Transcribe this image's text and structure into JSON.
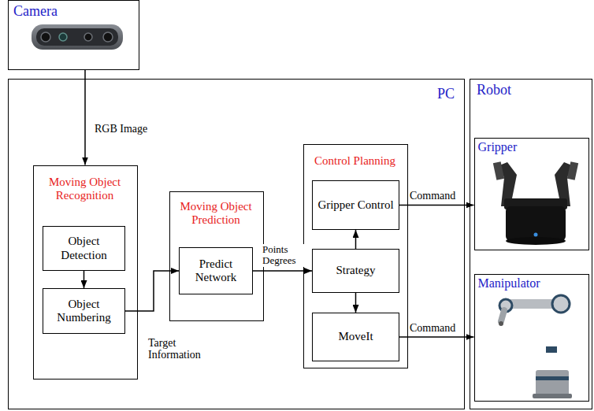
{
  "diagram": {
    "nodes": [
      {
        "text": [
          "Camera"
        ]
      },
      {
        "text": [
          "PC"
        ]
      },
      {
        "text": [
          "Moving Object Recognition"
        ],
        "in": 1
      },
      {
        "text": [
          "Object Detection"
        ],
        "in": 2
      },
      {
        "text": [
          "Object Numbering"
        ],
        "in": 2
      },
      {
        "text": [
          "Moving Object Prediction"
        ],
        "in": 1
      },
      {
        "text": [
          "Predict Network"
        ],
        "in": 5
      },
      {
        "text": [
          "Control Planning"
        ],
        "in": 1
      },
      {
        "text": [
          "Gripper Control"
        ],
        "in": 7
      },
      {
        "text": [
          "Strategy"
        ],
        "in": 7
      },
      {
        "text": [
          "MoveIt"
        ],
        "in": 7
      },
      {
        "text": [
          "Robot"
        ]
      },
      {
        "text": [
          "Gripper"
        ],
        "in": 11
      },
      {
        "text": [
          "Manipulator"
        ],
        "in": 11
      }
    ],
    "edges": [
      {
        "from": 0,
        "to": 2,
        "label": "RGB Image",
        "arrow": "to"
      },
      {
        "from": 3,
        "to": 4,
        "arrow": "to"
      },
      {
        "from": 4,
        "to": 6,
        "label": "Target Information",
        "arrow": "to"
      },
      {
        "from": 6,
        "to": 9,
        "label": "Points Degrees",
        "arrow": "to"
      },
      {
        "from": 9,
        "to": 8,
        "arrow": "to"
      },
      {
        "from": 9,
        "to": 10,
        "arrow": "to"
      },
      {
        "from": 8,
        "to": 12,
        "label": "Command",
        "arrow": "to"
      },
      {
        "from": 10,
        "to": 13,
        "label": "Command",
        "arrow": "to"
      }
    ]
  }
}
